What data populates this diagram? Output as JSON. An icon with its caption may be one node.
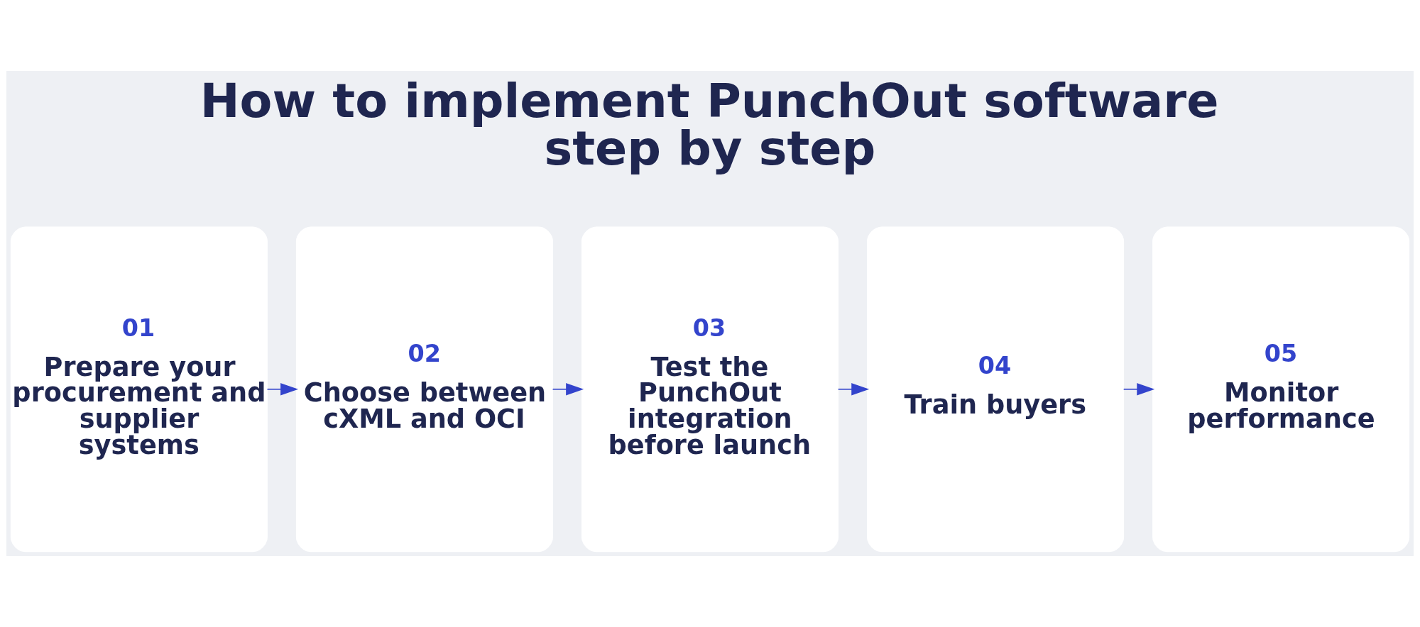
{
  "diagram": {
    "title": "How to implement PunchOut software step by step",
    "nodes": [
      {
        "text": [
          "01",
          "Prepare your procurement and supplier systems"
        ]
      },
      {
        "text": [
          "02",
          "Choose between cXML and OCI"
        ]
      },
      {
        "text": [
          "03",
          "Test the PunchOut integration before launch"
        ]
      },
      {
        "text": [
          "04",
          "Train buyers"
        ]
      },
      {
        "text": [
          "05",
          "Monitor performance"
        ]
      }
    ],
    "edges": [
      {
        "from": 0,
        "to": 1,
        "arrow": "to"
      },
      {
        "from": 1,
        "to": 2,
        "arrow": "to"
      },
      {
        "from": 2,
        "to": 3,
        "arrow": "to"
      },
      {
        "from": 3,
        "to": 4,
        "arrow": "to"
      }
    ]
  }
}
